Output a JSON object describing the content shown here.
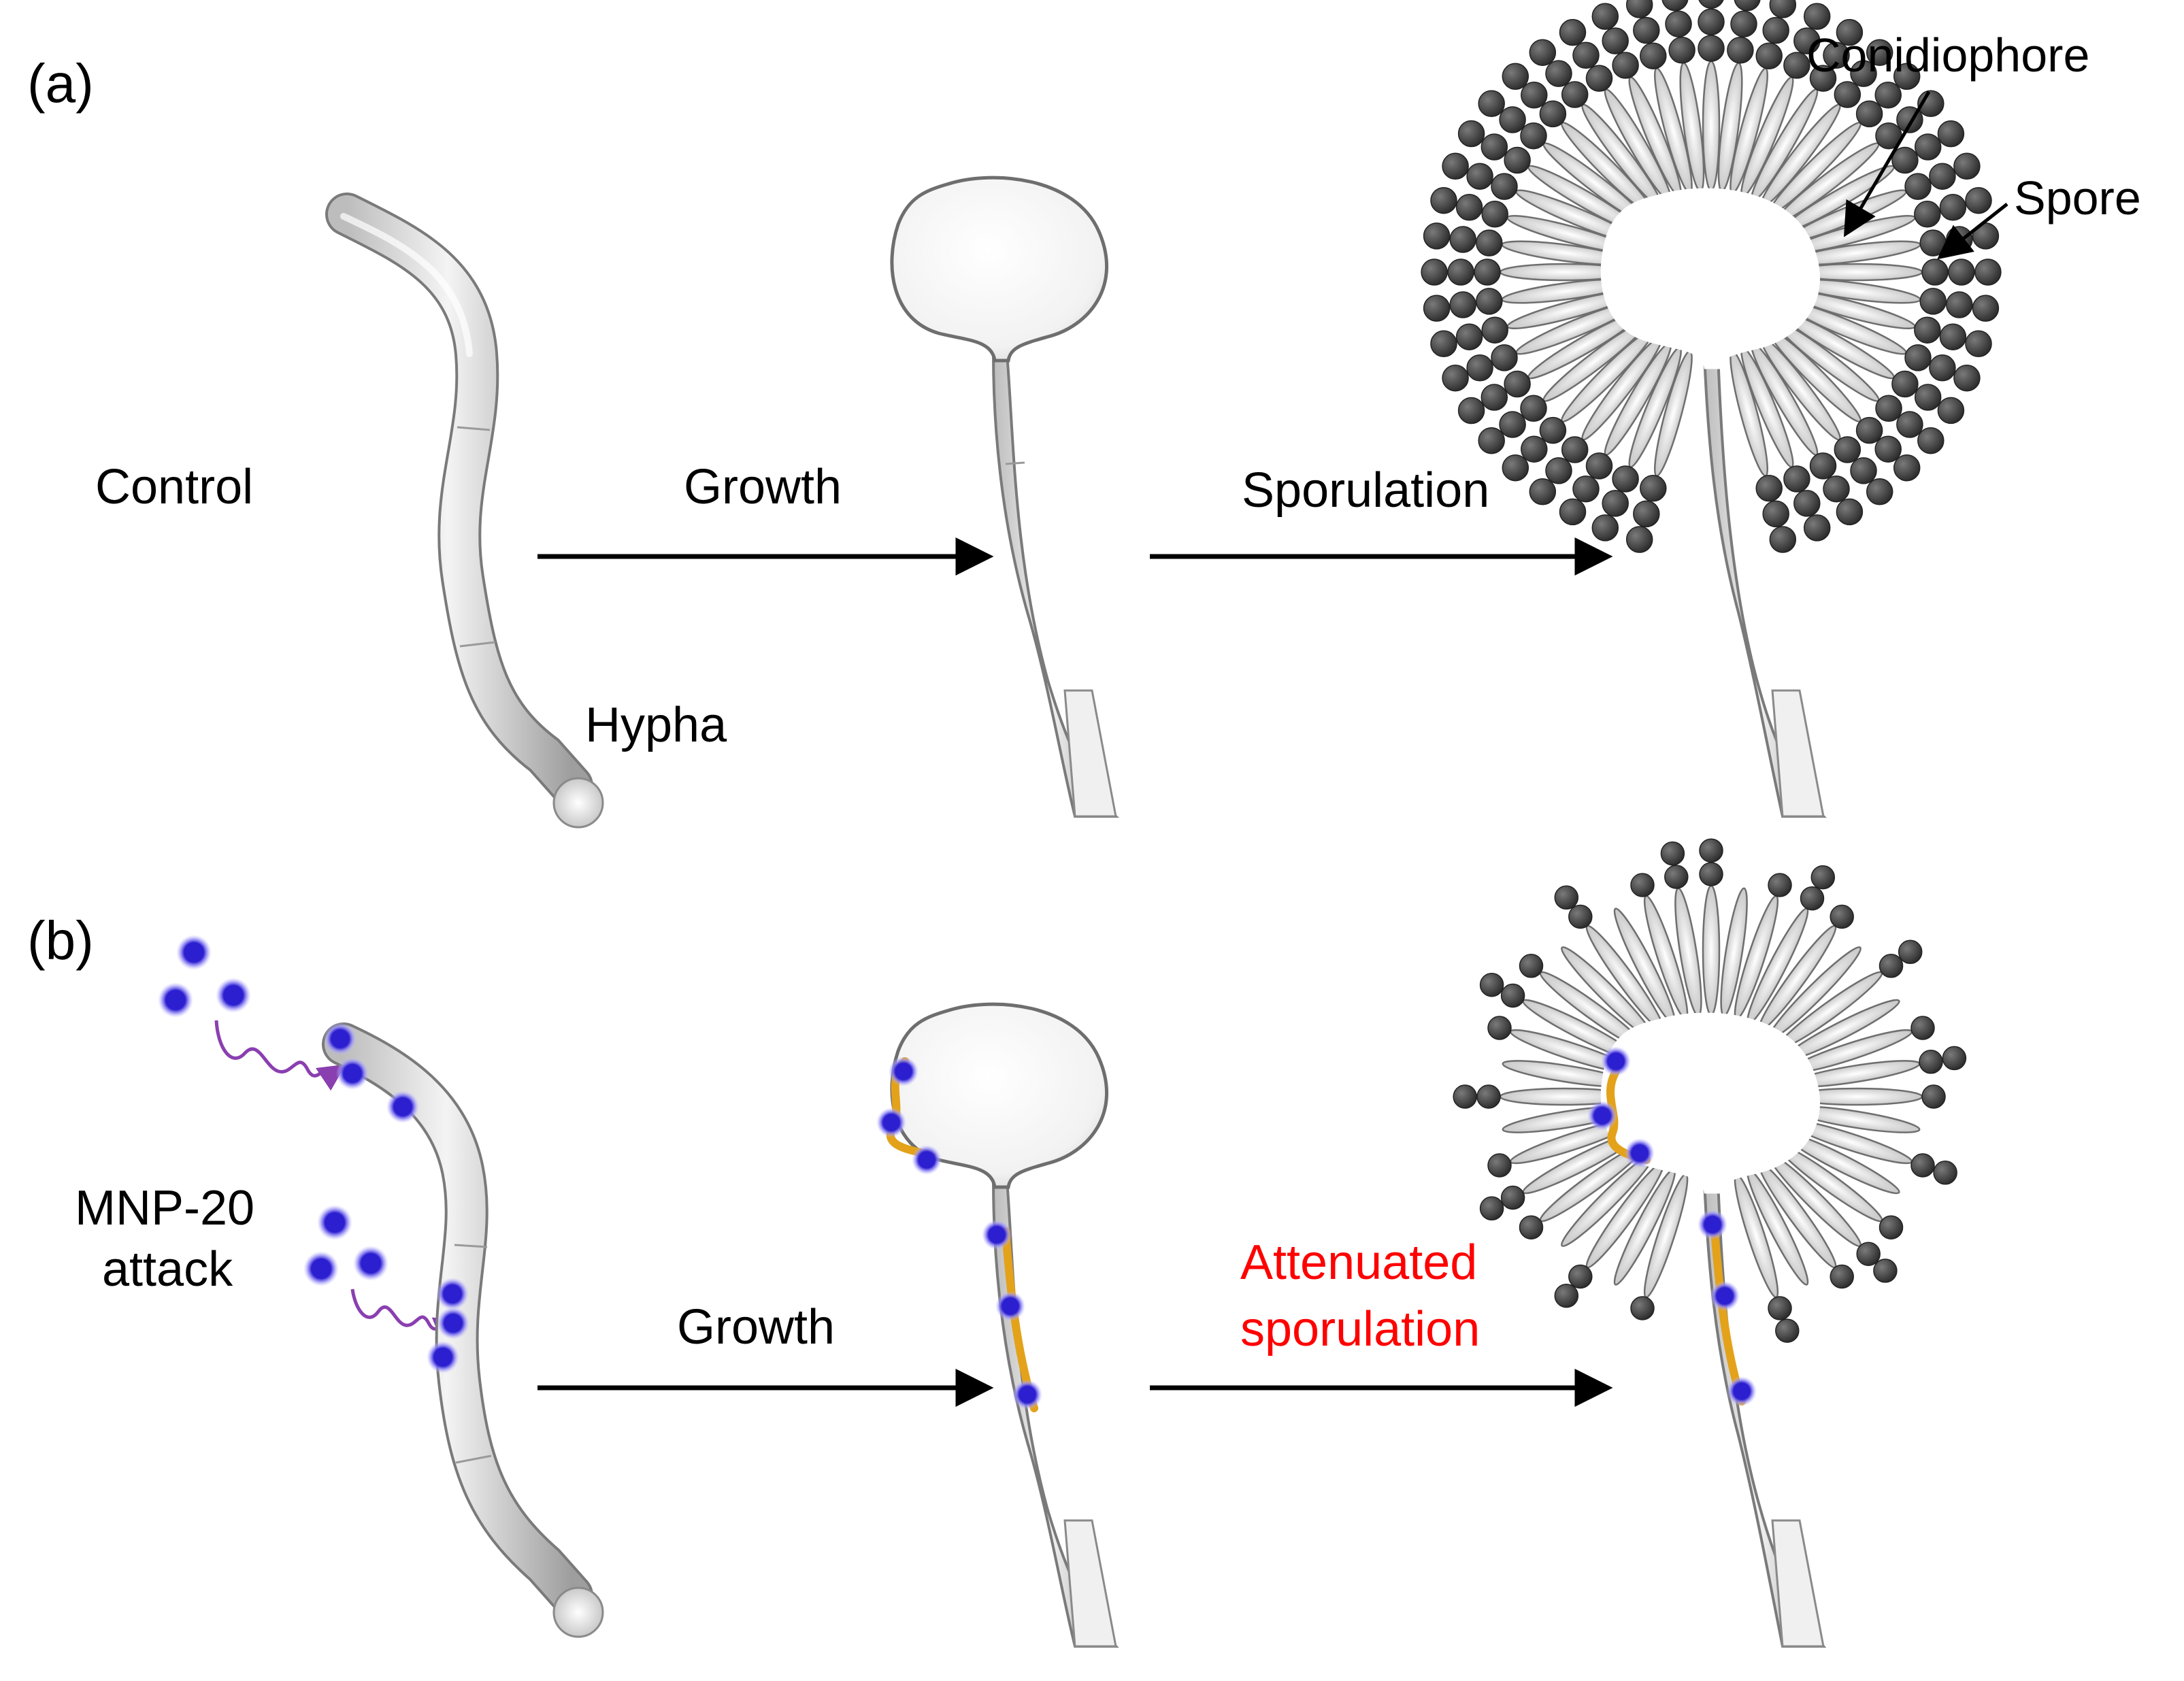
{
  "panels": {
    "a": {
      "label": "(a)",
      "condition": "Control",
      "hypha_label": "Hypha",
      "step1": "Growth",
      "step2": "Sporulation",
      "conidiophore_label": "Conidiophore",
      "spore_label": "Spore"
    },
    "b": {
      "label": "(b)",
      "condition_line1": "MNP-20",
      "condition_line2": "attack",
      "step1": "Growth",
      "step2_line1": "Attenuated",
      "step2_line2": "sporulation"
    }
  },
  "colors": {
    "nanoparticle": "#2b1fd0",
    "nanoparticle_glow": "#8f86f5",
    "attack_wave": "#8a3fb0",
    "damage": "#e3a21a",
    "spore": "#3a3a3a",
    "hypha_fill": "#e4e4e4",
    "hypha_stroke": "#7a7a7a",
    "attenuated_text": "#ff0000"
  },
  "icons": {
    "nanoparticle": "glowing-dot-icon",
    "attack": "wavy-arrow-icon",
    "process": "right-arrow-icon"
  }
}
